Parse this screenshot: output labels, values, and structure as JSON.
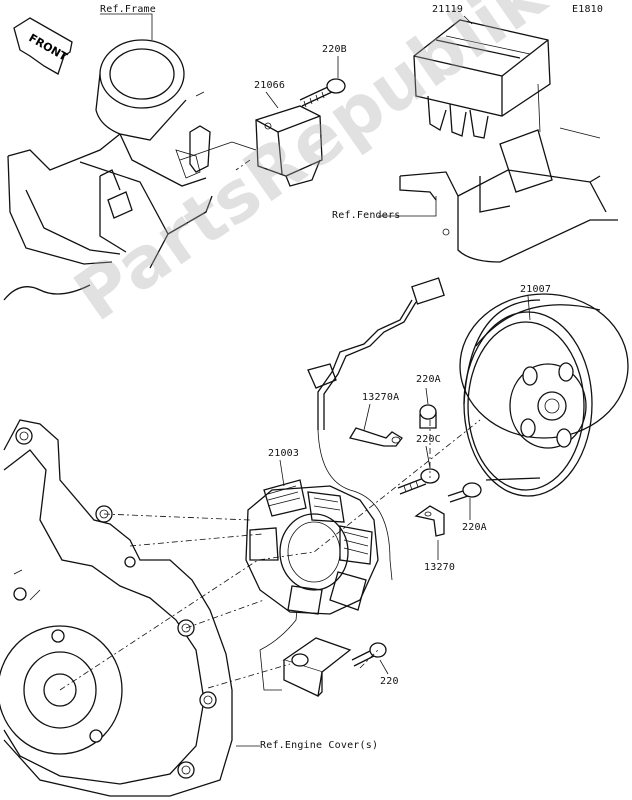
{
  "diagram_code": "E1810",
  "watermark": "PartsRepublik",
  "front_marker": "FRONT",
  "references": {
    "frame": "Ref.Frame",
    "fenders": "Ref.Fenders",
    "engine_cover": "Ref.Engine Cover(s)"
  },
  "parts": {
    "p21119": "21119",
    "p220B": "220B",
    "p21066": "21066",
    "p21007": "21007",
    "p220A_top": "220A",
    "p13270A": "13270A",
    "p220C": "220C",
    "p21003": "21003",
    "p220A_right": "220A",
    "p13270": "13270",
    "p220": "220"
  }
}
